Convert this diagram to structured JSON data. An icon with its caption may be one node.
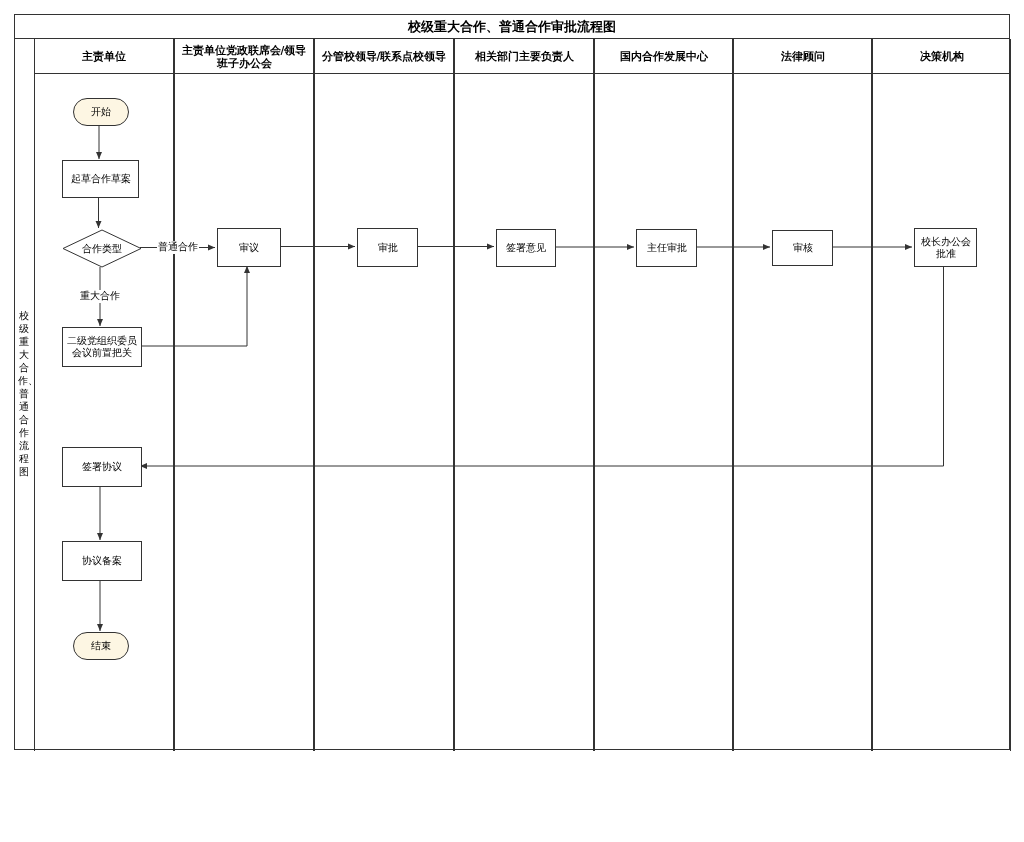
{
  "diagram": {
    "title": "校级重大合作、普通合作审批流程图",
    "nodes": [
      {
        "text": [
          "校级重大合作、普通合作流程图"
        ]
      },
      {
        "text": [
          "主责单位"
        ],
        "in": 0
      },
      {
        "text": [
          "主责单位党政联席会/领导班子办公会"
        ],
        "in": 0
      },
      {
        "text": [
          "分管校领导/联系点校领导"
        ],
        "in": 0
      },
      {
        "text": [
          "相关部门主要负责人"
        ],
        "in": 0
      },
      {
        "text": [
          "国内合作发展中心"
        ],
        "in": 0
      },
      {
        "text": [
          "法律顾问"
        ],
        "in": 0
      },
      {
        "text": [
          "决策机构"
        ],
        "in": 0
      },
      {
        "text": [
          "开始"
        ],
        "in": 1
      },
      {
        "text": [
          "起草合作草案"
        ],
        "in": 1
      },
      {
        "text": [
          "合作类型"
        ],
        "in": 1
      },
      {
        "text": [
          "二级党组织委员会议前置把关"
        ],
        "in": 1
      },
      {
        "text": [
          "签署协议"
        ],
        "in": 1
      },
      {
        "text": [
          "协议备案"
        ],
        "in": 1
      },
      {
        "text": [
          "结束"
        ],
        "in": 1
      },
      {
        "text": [
          "审议"
        ],
        "in": 2
      },
      {
        "text": [
          "审批"
        ],
        "in": 3
      },
      {
        "text": [
          "签署意见"
        ],
        "in": 4
      },
      {
        "text": [
          "主任审批"
        ],
        "in": 5
      },
      {
        "text": [
          "审核"
        ],
        "in": 6
      },
      {
        "text": [
          "校长办公会批准"
        ],
        "in": 7
      }
    ],
    "edges": [
      {
        "from": 8,
        "to": 9,
        "arrow": "to"
      },
      {
        "from": 9,
        "to": 10,
        "arrow": "to"
      },
      {
        "from": 10,
        "to": 15,
        "arrow": "to",
        "label": "普通合作"
      },
      {
        "from": 10,
        "to": 11,
        "arrow": "to",
        "label": "重大合作"
      },
      {
        "from": 11,
        "to": 15,
        "arrow": "to"
      },
      {
        "from": 15,
        "to": 16,
        "arrow": "to"
      },
      {
        "from": 16,
        "to": 17,
        "arrow": "to"
      },
      {
        "from": 17,
        "to": 18,
        "arrow": "to"
      },
      {
        "from": 18,
        "to": 19,
        "arrow": "to"
      },
      {
        "from": 19,
        "to": 20,
        "arrow": "to"
      },
      {
        "from": 20,
        "to": 12,
        "arrow": "to"
      },
      {
        "from": 12,
        "to": 13,
        "arrow": "to"
      },
      {
        "from": 13,
        "to": 14,
        "arrow": "to"
      }
    ]
  }
}
